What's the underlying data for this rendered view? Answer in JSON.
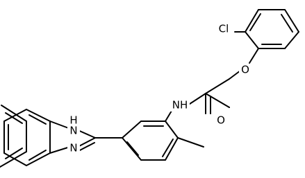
{
  "structure": {
    "atom_labels": {
      "nh_benzimidazole": "H\nN",
      "n_benzimidazole": "N",
      "nh_amide": "NH",
      "o_carbonyl": "O",
      "o_ether": "O",
      "cl": "Cl"
    }
  },
  "colors": {
    "bond": "#000000",
    "background": "#ffffff"
  }
}
